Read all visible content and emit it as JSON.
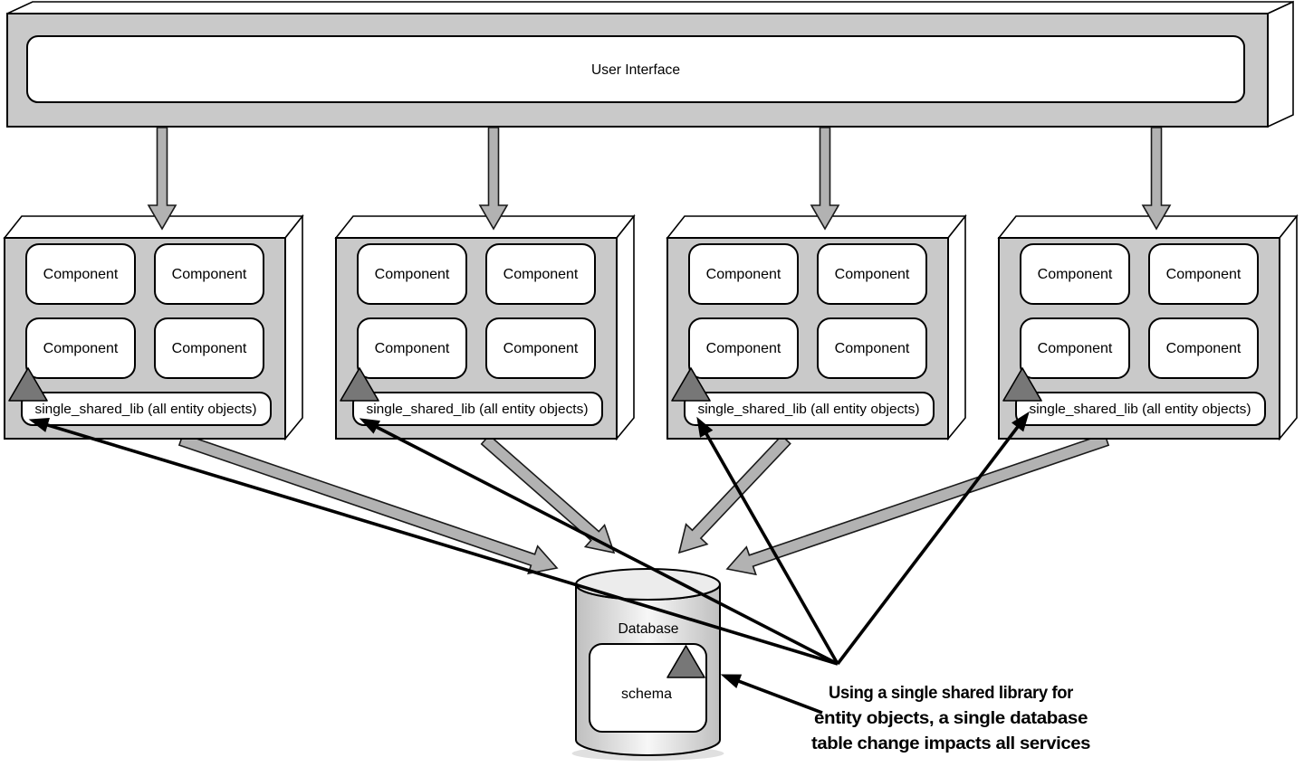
{
  "ui": {
    "label": "User Interface"
  },
  "services": [
    {
      "id": "service-1",
      "components": [
        "Component",
        "Component",
        "Component",
        "Component"
      ],
      "shared_lib": "single_shared_lib (all entity objects)"
    },
    {
      "id": "service-2",
      "components": [
        "Component",
        "Component",
        "Component",
        "Component"
      ],
      "shared_lib": "single_shared_lib (all entity objects)"
    },
    {
      "id": "service-3",
      "components": [
        "Component",
        "Component",
        "Component",
        "Component"
      ],
      "shared_lib": "single_shared_lib (all entity objects)"
    },
    {
      "id": "service-4",
      "components": [
        "Component",
        "Component",
        "Component",
        "Component"
      ],
      "shared_lib": "single_shared_lib (all entity objects)"
    }
  ],
  "database": {
    "label": "Database",
    "schema_label": "schema"
  },
  "annotation": {
    "lines": [
      "Using a single shared library for",
      "entity objects, a single database",
      "table change impacts all services"
    ]
  },
  "icons": {
    "entity_marker": "dark-triangle-icon",
    "database": "cylinder-icon"
  },
  "colors": {
    "box_fill": "#c9c9c9",
    "arrow_fill": "#b2b2b2",
    "triangle_fill": "#777777",
    "stroke": "#000000",
    "cylinder_edge": "#bfbfbf",
    "cylinder_center": "#f7f7f7",
    "cylinder_top": "#ececec"
  }
}
